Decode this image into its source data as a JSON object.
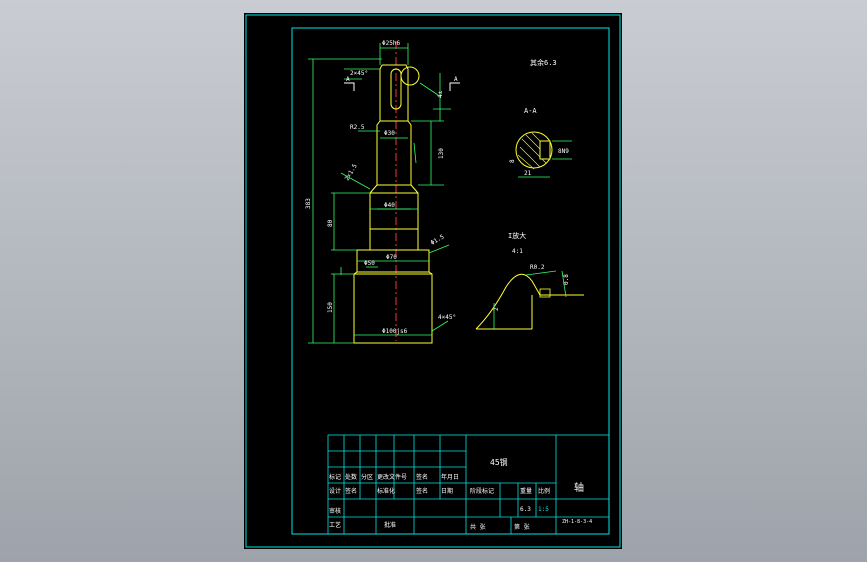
{
  "colors": {
    "background_top": "#c9ccd2",
    "background_bottom": "#9ea3ab",
    "sheet": "#000000",
    "frame": "#00e5e5",
    "part_outline": "#ffff33",
    "dimension": "#33ff66",
    "center_line": "#ff3333",
    "text": "#ffffff"
  },
  "main_view": {
    "dims": {
      "top_width": "Φ25h6",
      "chamfer_top": "2×45°",
      "keyway_depth": "4±",
      "fillet": "R2.5",
      "shoulder": "2×1.5",
      "overall_length": "383",
      "length_mid": "80",
      "length_upper": "130",
      "length_lower": "150",
      "dia_upper": "Φ30",
      "dia_mid": "Φ40",
      "dia_collar": "Φ70",
      "dia_lower": "Φ100js6",
      "dia_body": "Φ50",
      "side_small": "Φ1.5",
      "chamfer_bottom": "4×45°",
      "section_mark_left": "A",
      "section_mark_right": "A"
    }
  },
  "section_view": {
    "label": "A-A",
    "dim_key": "8N9",
    "dim_depth": "21",
    "dim_width": "8"
  },
  "detail_view": {
    "label": "I放大",
    "scale": "4:1",
    "dim_a": "R0.2",
    "dim_b": "0.8",
    "dim_c": "2"
  },
  "roughness_note": "其余6.3",
  "title_block": {
    "material": "45钢",
    "part_name": "轴",
    "drawing_no": "ZH-1-8-3-4",
    "scale_label": "比例",
    "scale_value": "1:5",
    "weight_label": "重量",
    "stage_label": "阶段标记",
    "roughness_value": "6.3",
    "sheet_total": "共 张",
    "sheet_index": "第 张",
    "approve": "批准",
    "review": "审核",
    "process": "工艺",
    "header": [
      "标记",
      "处数",
      "分区",
      "更改文件号",
      "签名",
      "年月日"
    ],
    "design_row": [
      "设计",
      "签名",
      "",
      "标准化",
      "签名",
      "日期"
    ]
  }
}
